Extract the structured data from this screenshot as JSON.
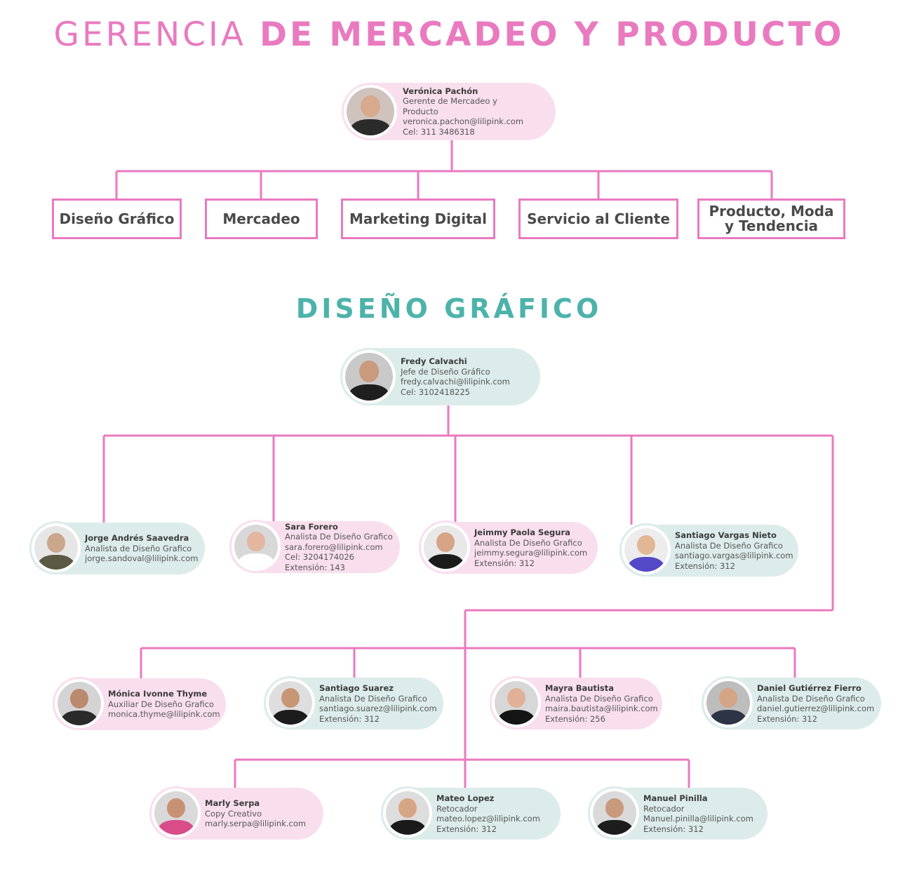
{
  "header": {
    "title_light": "GERENCIA ",
    "title_bold": "DE MERCADEO Y PRODUCTO"
  },
  "manager": {
    "name": "Verónica Pachón",
    "role_line1": "Gerente de Mercadeo y",
    "role_line2": "Producto",
    "email": "veronica.pachon@lilipink.com",
    "phone": "Cel: 311 3486318"
  },
  "departments": [
    "Diseño Gráfico",
    "Mercadeo",
    "Marketing Digital",
    "Servicio al Cliente",
    "Producto, Moda\ny Tendencia"
  ],
  "section": {
    "title": "DISEÑO GRÁFICO"
  },
  "lead": {
    "name": "Fredy Calvachi",
    "role": "Jefe de Diseño Gráfico",
    "email": "fredy.calvachi@lilipink.com",
    "phone": "Cel: 3102418225"
  },
  "team": [
    {
      "name": "Jorge Andrés Saavedra",
      "lines": [
        "Analista de Diseño Grafico",
        "jorge.sandoval@lilipink.com"
      ]
    },
    {
      "name": "Sara Forero",
      "lines": [
        "Analista De Diseño Grafico",
        "sara.forero@lilipink.com",
        "Cel: 3204174026",
        "Extensión: 143"
      ]
    },
    {
      "name": "Jeimmy Paola Segura",
      "lines": [
        "Analista De Diseño Grafico",
        "jeimmy.segura@lilipink.com",
        "Extensión: 312"
      ]
    },
    {
      "name": "Santiago Vargas Nieto",
      "lines": [
        "Analista De Diseño Grafico",
        "santiago.vargas@lilipink.com",
        "Extensión: 312"
      ]
    },
    {
      "name": "Mónica Ivonne Thyme",
      "lines": [
        "Auxiliar De Diseño Grafico",
        "monica.thyme@lilipink.com"
      ]
    },
    {
      "name": "Santiago Suarez",
      "lines": [
        "Analista De Diseño Grafico",
        "santiago.suarez@lilipink.com",
        "Extensión: 312"
      ]
    },
    {
      "name": "Mayra Bautista",
      "lines": [
        "Analista De Diseño Grafico",
        "maira.bautista@lilipink.com",
        "Extensión: 256"
      ]
    },
    {
      "name": "Daniel Gutiérrez Fierro",
      "lines": [
        "Analista De Diseño Grafico",
        "daniel.gutierrez@lilipink.com",
        "Extensión: 312"
      ]
    },
    {
      "name": "Marly Serpa",
      "lines": [
        "Copy Creativo",
        "marly.serpa@lilipink.com"
      ]
    },
    {
      "name": "Mateo Lopez",
      "lines": [
        "Retocador",
        "mateo.lopez@lilipink.com",
        "Extensión: 312"
      ]
    },
    {
      "name": "Manuel Pinilla",
      "lines": [
        "Retocador",
        "Manuel.pinilla@lilipink.com",
        "Extensión: 312"
      ]
    }
  ],
  "colors": {
    "pink_accent": "#e97ac0",
    "teal_accent": "#4db3aa",
    "pink_card": "#f9dfee",
    "teal_card": "#dcecea"
  }
}
